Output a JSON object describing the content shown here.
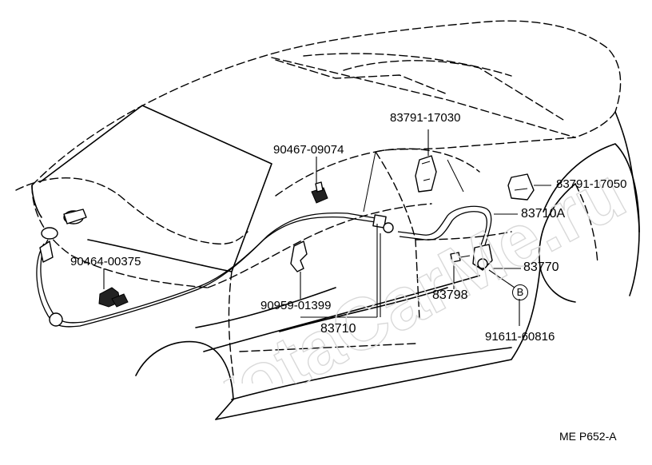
{
  "diagram": {
    "labels": {
      "p83791_17030": "83791-17030",
      "p90467_09074": "90467-09074",
      "p83791_17050": "83791-17050",
      "p83710A": "83710A",
      "p90464_00375": "90464-00375",
      "p83770": "83770",
      "p83798": "83798",
      "p90959_01399": "90959-01399",
      "pB": "B",
      "p83710": "83710",
      "p91611_60816": "91611-60816"
    },
    "code": "ME  P652-A",
    "watermark": "ToyotaCarMe.ru"
  }
}
